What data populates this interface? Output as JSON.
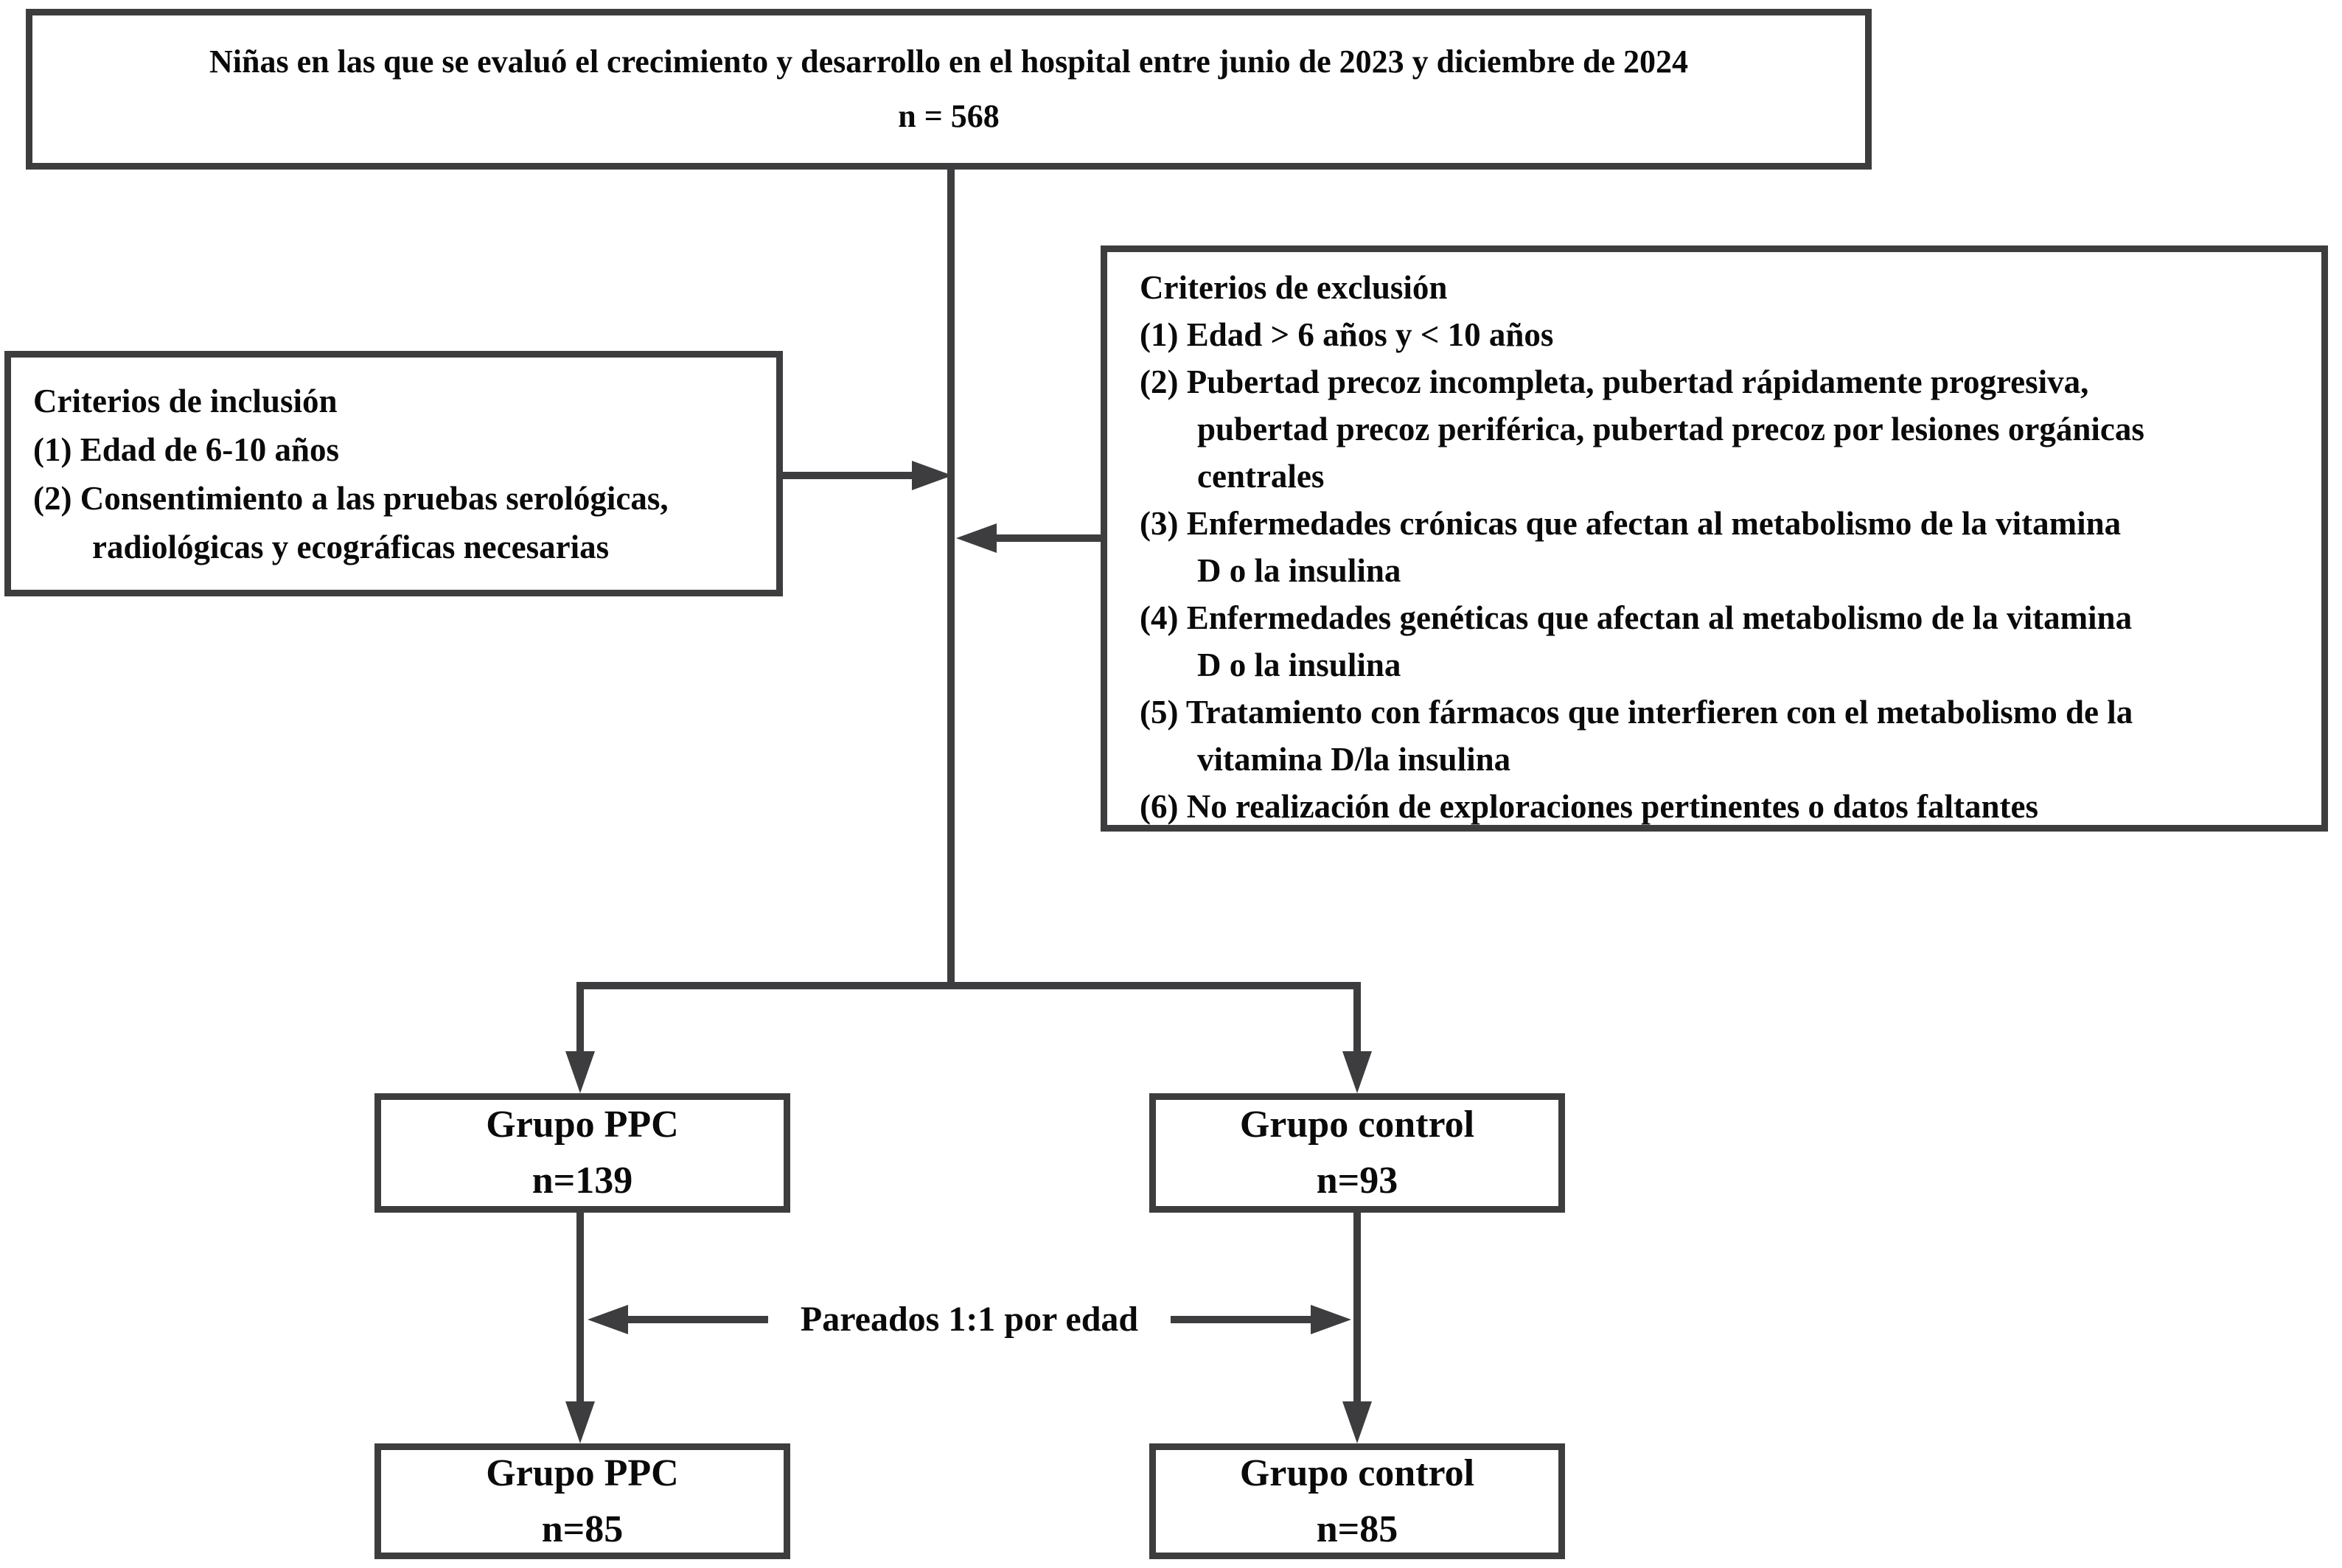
{
  "colors": {
    "line": "#3d3d3f",
    "text": "#0a0a0a",
    "background": "#ffffff"
  },
  "top_box": {
    "line1": "Niñas en las que se evaluó el crecimiento y desarrollo en el hospital entre junio de 2023 y diciembre de 2024",
    "line2": "n = 568"
  },
  "inclusion_box": {
    "title": "Criterios de inclusión",
    "items": [
      "(1) Edad de 6-10 años",
      "(2) Consentimiento a las pruebas serológicas,\nradiológicas y ecográficas necesarias"
    ]
  },
  "exclusion_box": {
    "title": "Criterios de exclusión",
    "items": [
      "(1) Edad > 6 años y < 10 años",
      "(2) Pubertad precoz incompleta, pubertad rápidamente progresiva,\npubertad precoz periférica, pubertad precoz por lesiones orgánicas\ncentrales",
      "(3) Enfermedades crónicas que afectan al metabolismo de la vitamina\nD o la insulina",
      "(4) Enfermedades genéticas que afectan al metabolismo de la vitamina\nD o la insulina",
      "(5) Tratamiento con fármacos que interfieren con el metabolismo de la\nvitamina D/la insulina",
      "(6) No realización de exploraciones pertinentes o datos faltantes"
    ]
  },
  "groups": {
    "ppc_initial": {
      "name": "Grupo PPC",
      "n": "n=139"
    },
    "control_initial": {
      "name": "Grupo control",
      "n": "n=93"
    },
    "ppc_matched": {
      "name": "Grupo PPC",
      "n": "n=85"
    },
    "control_matched": {
      "name": "Grupo control",
      "n": "n=85"
    }
  },
  "matching_label": "Pareados 1:1 por edad"
}
